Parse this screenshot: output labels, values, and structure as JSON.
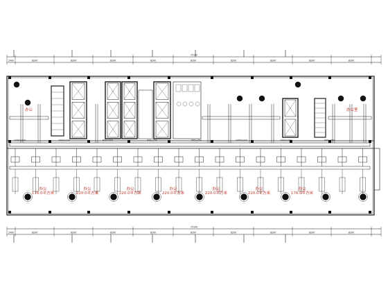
{
  "drawing": {
    "colors": {
      "line": "#1a1a1a",
      "duct": "#222222",
      "accent_red": "#c0392b",
      "background": "#ffffff"
    },
    "top_dims": [
      "2400",
      "72100",
      "8200",
      "8200",
      "8200",
      "8200",
      "8200",
      "8200",
      "8200",
      "8200",
      "8200"
    ],
    "bottom_dims": [
      "2400",
      "72100",
      "8200",
      "8200",
      "8200",
      "8200",
      "8200",
      "8200",
      "8200",
      "8200",
      "8200"
    ],
    "upper_zone": {
      "left_office_label": "办公",
      "right_office_label": "办公室"
    },
    "lower_rooms": [
      {
        "name": "办公",
        "area": "176.0平方米"
      },
      {
        "name": "办公",
        "area": "220.0平方米"
      },
      {
        "name": "办公",
        "area": "220.0平方米"
      },
      {
        "name": "办公",
        "area": "220.0平方米"
      },
      {
        "name": "办公",
        "area": "220.0平方米"
      },
      {
        "name": "办公",
        "area": "220.0平方米"
      },
      {
        "name": "办公",
        "area": "176.0平方米"
      }
    ],
    "duct_size_labels": [
      "1250×320",
      "1000×320",
      "800×320",
      "630×250",
      "500×250",
      "1250×320",
      "1000×320",
      "630×250"
    ],
    "icons": [
      "stairwell-icon",
      "elevator-icon",
      "air-diffuser-icon",
      "column-icon",
      "fan-coil-icon"
    ]
  }
}
